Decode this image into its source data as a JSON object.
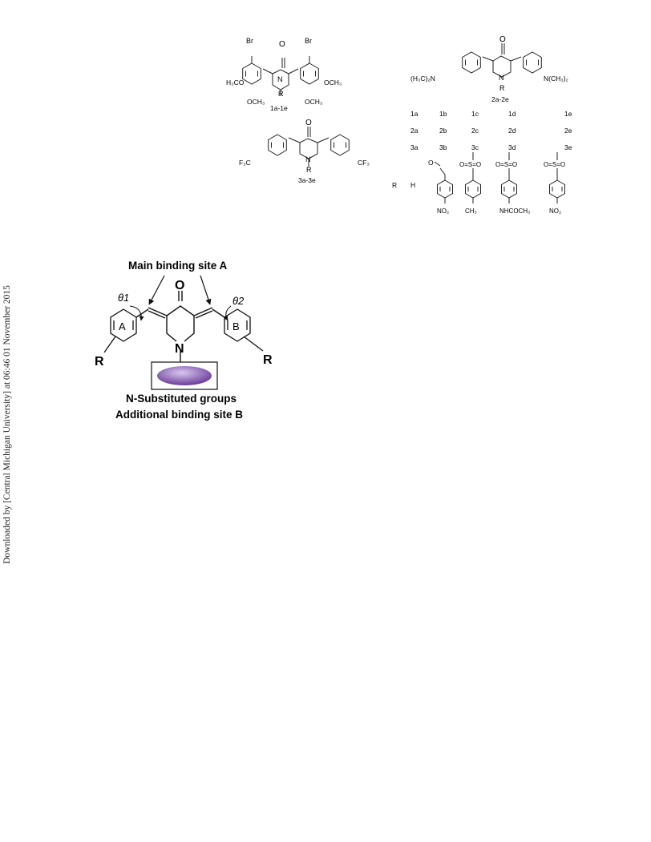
{
  "watermark": {
    "text": "Downloaded by [Central Michigan University] at 06:46 01 November 2015"
  },
  "scheme": {
    "atoms": {
      "oxygen": "O",
      "nitrogen": "N",
      "r": "R",
      "bromine": "Br",
      "methoxy_left": "H₃CO",
      "methoxy_right": "OCH₃",
      "methoxy_bottom": "OCH₃",
      "dimethylamino_left": "(H₃C)₂N",
      "dimethylamino_right": "N(CH₃)₂",
      "trifluoromethyl_left": "F₃C",
      "trifluoromethyl_right": "CF₃"
    },
    "compound_series": [
      "1a-1e",
      "2a-2e",
      "3a-3e"
    ],
    "table": {
      "rows": [
        [
          "1a",
          "1b",
          "1c",
          "1d",
          "1e"
        ],
        [
          "2a",
          "2b",
          "2c",
          "2d",
          "2e"
        ],
        [
          "3a",
          "3b",
          "3c",
          "3d",
          "3e"
        ]
      ],
      "r_label": "R",
      "r_first": "H",
      "substituents": {
        "carbonyl_o": "O",
        "sulfonyl": "O=S=O",
        "nitro": "NO₂",
        "methyl": "CH₃",
        "acetamido": "NHCOCH₃"
      }
    }
  },
  "binding_figure": {
    "site_a_label": "Main binding site A",
    "theta1": "θ1",
    "theta2": "θ2",
    "ring_a": "A",
    "ring_b": "B",
    "oxygen": "O",
    "nitrogen": "N",
    "r_left": "R",
    "r_right": "R",
    "n_substituted": "N-Substituted groups",
    "site_b_label": "Additional binding site B",
    "colors": {
      "ellipse": "#6a3a98",
      "ellipse_light": "#d9c8ef"
    }
  }
}
